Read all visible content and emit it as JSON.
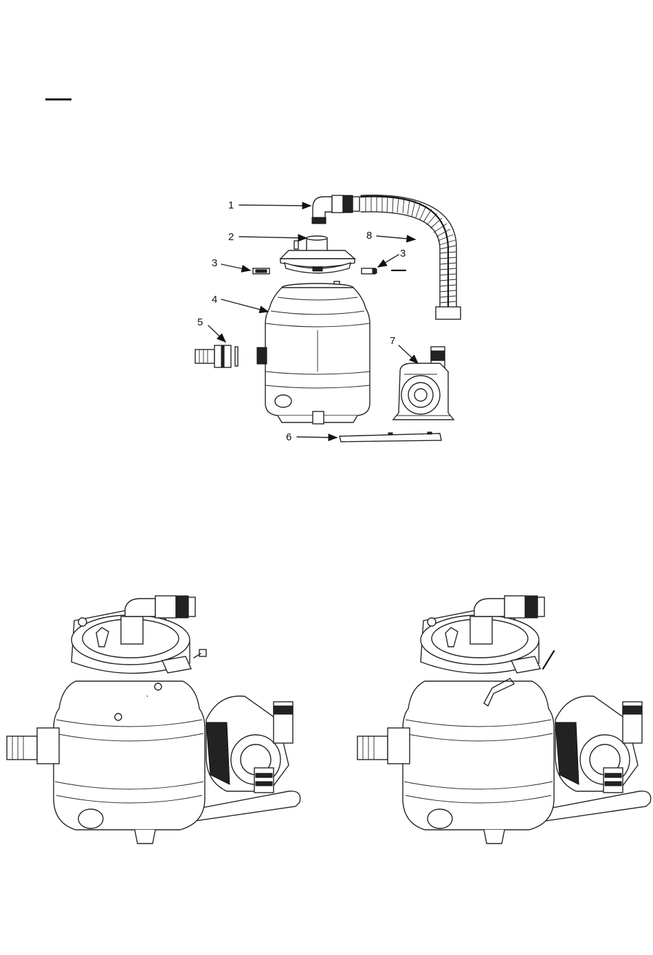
{
  "exploded_view": {
    "callouts": [
      {
        "id": "1",
        "label": "1"
      },
      {
        "id": "2",
        "label": "2"
      },
      {
        "id": "3a",
        "label": "3"
      },
      {
        "id": "3b",
        "label": "3"
      },
      {
        "id": "4",
        "label": "4"
      },
      {
        "id": "5",
        "label": "5"
      },
      {
        "id": "6",
        "label": "6"
      },
      {
        "id": "7",
        "label": "7"
      },
      {
        "id": "8",
        "label": "8"
      }
    ]
  },
  "colors": {
    "line": "#222222",
    "background": "#ffffff"
  }
}
